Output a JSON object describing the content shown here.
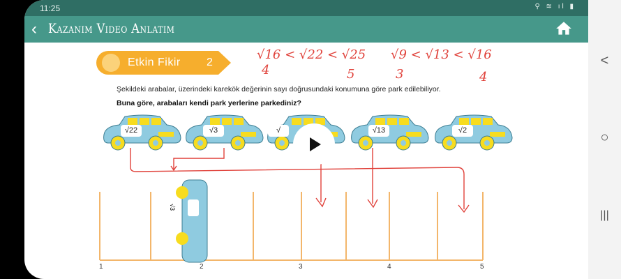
{
  "status_bar": {
    "time": "11:25",
    "icons": "⚲ ≋ ıl ▮"
  },
  "app_bar": {
    "title": "Kazanım Video Anlatım",
    "back_icon": "chevron-left-icon",
    "home_icon": "home-icon"
  },
  "nav_bar": {
    "back": "<",
    "home": "○",
    "recents": "|||"
  },
  "lesson": {
    "badge_title": "Etkin Fikir",
    "badge_number": "2",
    "instruction": "Şekildeki arabalar, üzerindeki karekök değerinin sayı doğrusundaki konumuna göre park edilebiliyor.",
    "question": "Buna göre, arabaları kendi park yerlerine parkediniz?",
    "cars": [
      {
        "label": "√22"
      },
      {
        "label": "√3"
      },
      {
        "label": "√"
      },
      {
        "label": "√13"
      },
      {
        "label": "√2"
      }
    ],
    "parked_car": {
      "label": "√3"
    },
    "number_line": [
      "1",
      "2",
      "3",
      "4",
      "5"
    ]
  },
  "annotations": {
    "ineq1": "√16 < √22 < √25",
    "ineq1_low": "4",
    "ineq1_high": "5",
    "ineq2": "√9 < √13 < √16",
    "ineq2_low": "3",
    "ineq2_high": "4"
  },
  "colors": {
    "appbar": "#46988a",
    "status": "#2f6e64",
    "car_body": "#8fcbe0",
    "car_accent": "#f7dc1f",
    "ink": "#e0413a",
    "lot": "#f3b66b"
  }
}
